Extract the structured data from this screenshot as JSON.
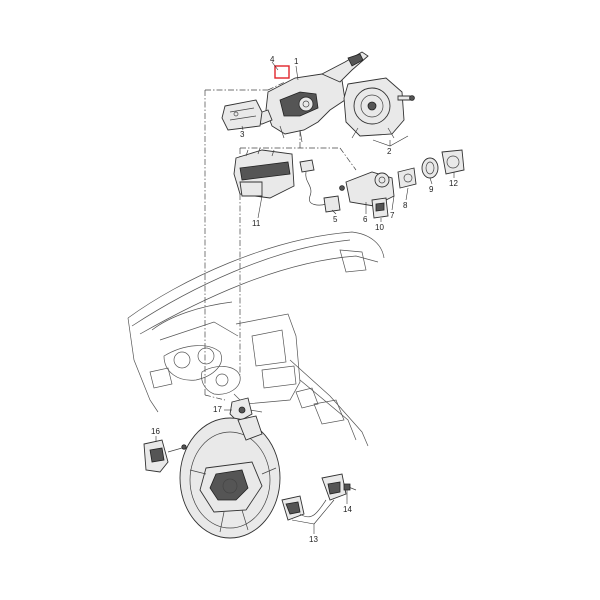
{
  "labels": {
    "l1": "1",
    "l2": "2",
    "l3": "3",
    "l4": "4",
    "l5": "5",
    "l6": "6",
    "l7": "7",
    "l8": "8",
    "l9": "9",
    "l10": "10",
    "l11": "11",
    "l12": "12",
    "l13": "13",
    "l14": "14",
    "l16": "16",
    "l17": "17"
  },
  "colors": {
    "highlight": "#e0242b",
    "line": "#333333",
    "background": "#ffffff"
  }
}
